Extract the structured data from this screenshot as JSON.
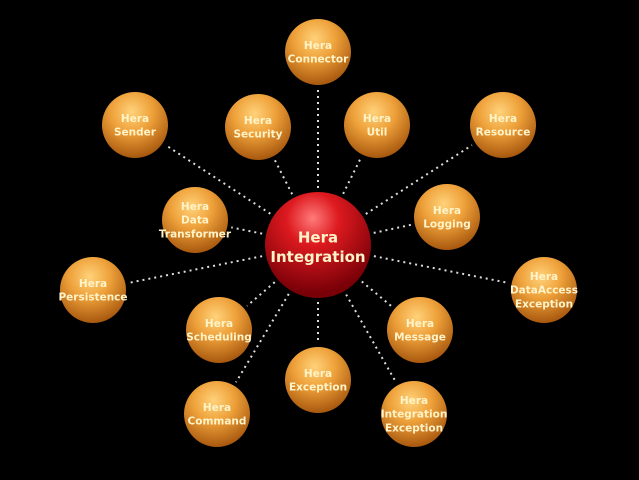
{
  "center": {
    "lines": [
      "Hera",
      "Integration"
    ]
  },
  "nodes": [
    {
      "id": "connector",
      "lines": [
        "Hera",
        "Connector"
      ]
    },
    {
      "id": "sender",
      "lines": [
        "Hera",
        "Sender"
      ]
    },
    {
      "id": "security",
      "lines": [
        "Hera",
        "Security"
      ]
    },
    {
      "id": "util",
      "lines": [
        "Hera",
        "Util"
      ]
    },
    {
      "id": "resource",
      "lines": [
        "Hera",
        "Resource"
      ]
    },
    {
      "id": "data-transformer",
      "lines": [
        "Hera",
        "Data",
        "Transformer"
      ]
    },
    {
      "id": "logging",
      "lines": [
        "Hera",
        "Logging"
      ]
    },
    {
      "id": "persistence",
      "lines": [
        "Hera",
        "Persistence"
      ]
    },
    {
      "id": "dataaccess-exception",
      "lines": [
        "Hera",
        "DataAccess",
        "Exception"
      ]
    },
    {
      "id": "scheduling",
      "lines": [
        "Hera",
        "Scheduling"
      ]
    },
    {
      "id": "message",
      "lines": [
        "Hera",
        "Message"
      ]
    },
    {
      "id": "exception",
      "lines": [
        "Hera",
        "Exception"
      ]
    },
    {
      "id": "command",
      "lines": [
        "Hera",
        "Command"
      ]
    },
    {
      "id": "integration-exception",
      "lines": [
        "Hera",
        "Integration",
        "Exception"
      ]
    }
  ],
  "colors": {
    "node": "#e8952a",
    "center": "#d01018",
    "text": "#fff3c8",
    "line": "#dddddd"
  }
}
